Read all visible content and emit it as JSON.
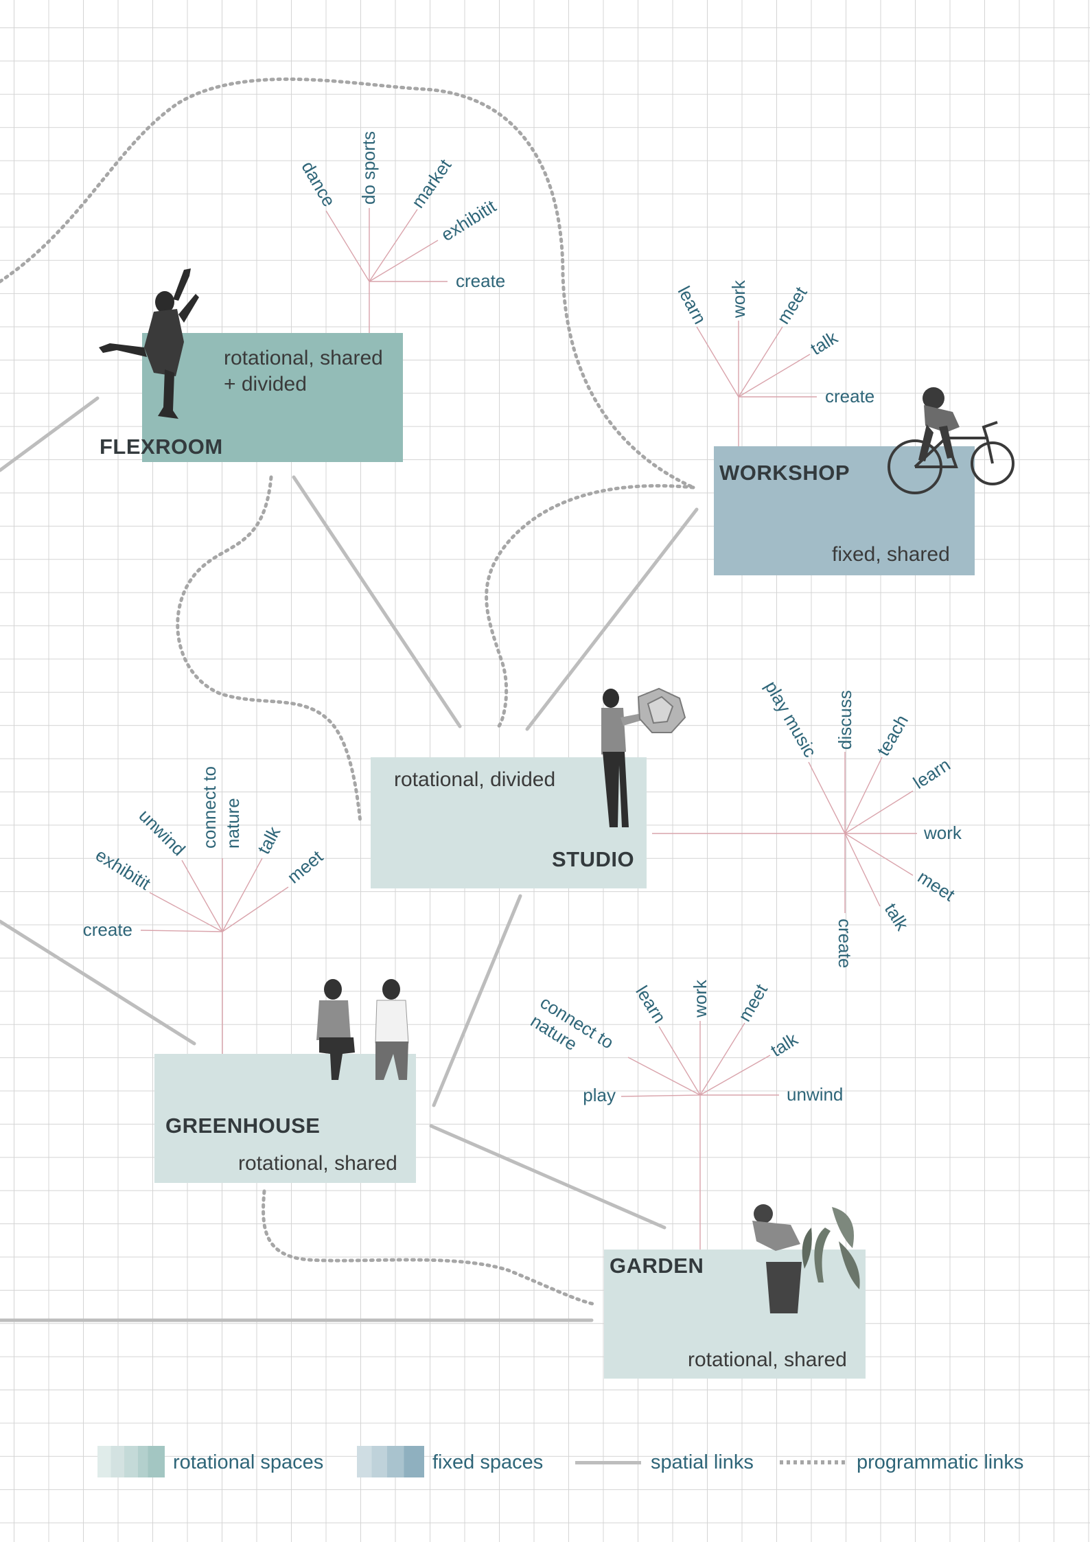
{
  "rooms": {
    "flexroom": {
      "name": "FLEXROOM",
      "desc_line1": "rotational, shared",
      "desc_line2": "+ divided"
    },
    "workshop": {
      "name": "WORKSHOP",
      "desc": "fixed, shared"
    },
    "studio": {
      "name": "STUDIO",
      "desc": "rotational, divided"
    },
    "greenhouse": {
      "name": "GREENHOUSE",
      "desc": "rotational, shared"
    },
    "garden": {
      "name": "GARDEN",
      "desc": "rotational, shared"
    }
  },
  "activities": {
    "flexroom": [
      "dance",
      "do sports",
      "market",
      "exhibitit",
      "create"
    ],
    "workshop": [
      "learn",
      "work",
      "meet",
      "talk",
      "create"
    ],
    "studio": [
      "play music",
      "discuss",
      "teach",
      "learn",
      "work",
      "meet",
      "talk",
      "create"
    ],
    "greenhouse": [
      "create",
      "exhibitit",
      "unwind",
      "connect to",
      "nature",
      "talk",
      "meet"
    ],
    "garden": [
      "play",
      "connect to",
      "nature",
      "learn",
      "work",
      "meet",
      "talk",
      "unwind"
    ]
  },
  "legend": {
    "rotational": "rotational spaces",
    "fixed": "fixed spaces",
    "spatial": "spatial links",
    "programmatic": "programmatic links"
  },
  "colors": {
    "rotational_light": "#d3e2e1",
    "rotational_dark": "#93bcb7",
    "fixed": "#a2bcc7",
    "activity_text": "#2e6578",
    "activity_line": "#d9a3ab",
    "link_line": "#bdbdbd",
    "programmatic_dots": "#a6a6a6"
  },
  "icons": [
    "dancer-figure",
    "cyclist-figure",
    "woman-with-lantern-figure",
    "two-seated-men-figure",
    "gardener-figure"
  ]
}
